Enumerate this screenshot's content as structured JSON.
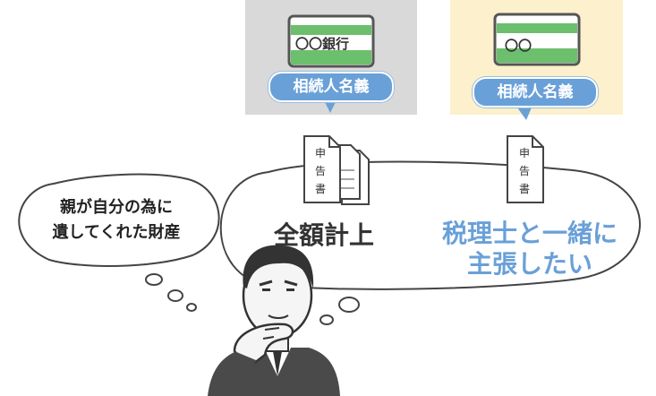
{
  "bank_cards": {
    "left_bank_name": "〇〇銀行",
    "right_bank_name": "〇〇"
  },
  "labels": {
    "left_pill": "相続人名義",
    "right_pill": "相続人名義"
  },
  "documents": {
    "left_chars": [
      "申",
      "告",
      "書"
    ],
    "right_chars": [
      "申",
      "告",
      "書"
    ]
  },
  "thought": {
    "left_text": "全額計上",
    "right_line1": "税理士と一緒に",
    "right_line2": "主張したい"
  },
  "speech": {
    "line1": "親が自分の為に",
    "line2": "遺してくれた財産"
  },
  "colors": {
    "accent_blue": "#6aa0d8",
    "card_green": "#6cbf6c",
    "panel_gray": "#d9d9d9",
    "panel_cream": "#fdf0cc"
  }
}
